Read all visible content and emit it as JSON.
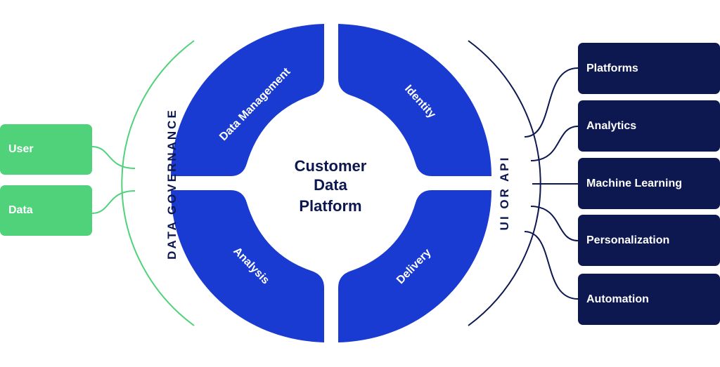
{
  "center": {
    "line1": "Customer",
    "line2": "Data",
    "line3": "Platform"
  },
  "segments": {
    "top_left": "Data Management",
    "top_right": "Identity",
    "bottom_left": "Analysis",
    "bottom_right": "Delivery"
  },
  "left_arc_label": "DATA GOVERNANCE",
  "right_arc_label": "UI OR API",
  "inputs": [
    "User",
    "Data"
  ],
  "outputs": [
    "Platforms",
    "Analytics",
    "Machine Learning",
    "Personalization",
    "Automation"
  ],
  "colors": {
    "segment": "#1a3bd1",
    "navy": "#0d1850",
    "green": "#4fd27a"
  }
}
